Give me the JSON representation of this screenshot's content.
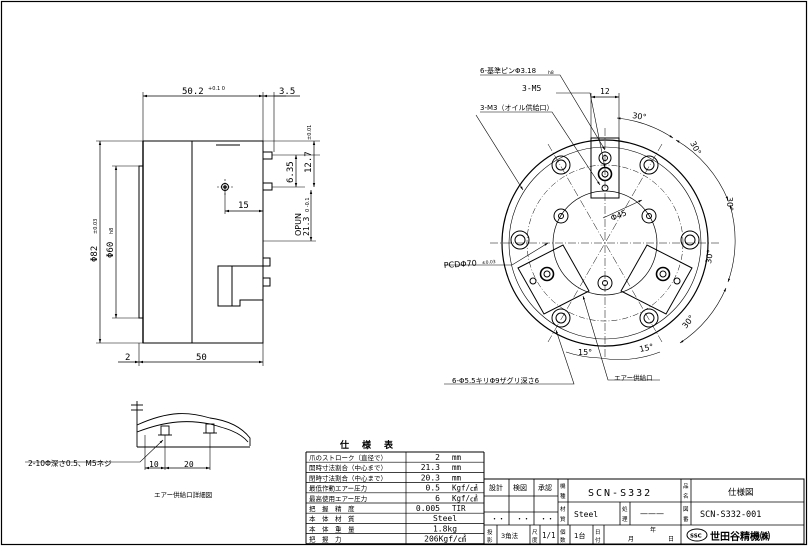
{
  "side_view": {
    "dim_overall_length": "50.2",
    "dim_overall_length_tol": "+0.1 0",
    "dim_flange": "3.5",
    "dim_dia_outer": "Φ82",
    "dim_dia_outer_tol": "±0.03",
    "dim_dia_inner": "Φ60",
    "dim_dia_inner_tol": "h8",
    "dim_port_pitch": "6.35",
    "dim_width_12_7": "12.7",
    "dim_width_12_7_tol": "±0.01",
    "dim_open": "OPUN",
    "dim_open_value": "21.3",
    "dim_open_tol": "0 -0.1",
    "dim_15": "15",
    "dim_left_2": "2",
    "dim_body_50": "50"
  },
  "front_view": {
    "label_pins": "6-基準ピンΦ3.18",
    "label_pins_tol": "h8",
    "label_m5": "3-M5",
    "label_m3": "3-M3（オイル供給口）",
    "dim_12": "12",
    "angle_30": "30°",
    "angle_15": "15°",
    "label_phi45": "Φ45",
    "label_pcd": "PCDΦ70",
    "label_pcd_tol": "±0.03",
    "label_holes": "6-Φ5.5キリΦ9ザグリ深さ6",
    "label_air": "エアー供給口"
  },
  "detail_view": {
    "label_air_port": "2-10Φ深さ0.5、M5ネジ",
    "dim_10": "10",
    "dim_20": "20",
    "caption": "エアー供給口詳細図"
  },
  "spec_table": {
    "title": "仕　様　表",
    "rows": [
      {
        "label": "爪のストローク（直径で）",
        "value": "2",
        "unit": "mm"
      },
      {
        "label": "開時寸法割合（中心まで）",
        "value": "21.3",
        "unit": "mm"
      },
      {
        "label": "閉時寸法割合（中心まで）",
        "value": "20.3",
        "unit": "mm"
      },
      {
        "label": "最低作動エアー圧力",
        "value": "0.5",
        "unit": "Kgf/㎠"
      },
      {
        "label": "最高使用エアー圧力",
        "value": "6",
        "unit": "Kgf/㎠"
      },
      {
        "label": "把　握　精　度",
        "value": "0.005",
        "unit": "TIR"
      },
      {
        "label": "本　体　材　質",
        "value": "Steel",
        "unit": ""
      },
      {
        "label": "本　体　重　量",
        "value": "1.8kg",
        "unit": ""
      },
      {
        "label": "把　握　力",
        "value": "206Kgf/㎠",
        "unit": ""
      }
    ]
  },
  "title_block": {
    "design": "設計",
    "check": "検図",
    "approve": "承認",
    "model_label": "機種",
    "model_value": "SCN-S332",
    "name_label": "品名",
    "name_value": "仕様図",
    "material_label": "材質",
    "material_value": "Steel",
    "treatment_label": "処理",
    "treatment_value": "———",
    "drawing_no_label": "図番",
    "drawing_no_value": "SCN-S332-001",
    "projection_label": "投影",
    "projection_value": "3角法",
    "scale_label": "尺度",
    "scale_value": "1/1",
    "qty_label": "個数",
    "qty_value": "1台",
    "date_label": "日付",
    "year": "年",
    "month": "月",
    "day": "日",
    "dots": "・・",
    "company": "世田谷精機㈱",
    "company_logo": "SSC"
  }
}
